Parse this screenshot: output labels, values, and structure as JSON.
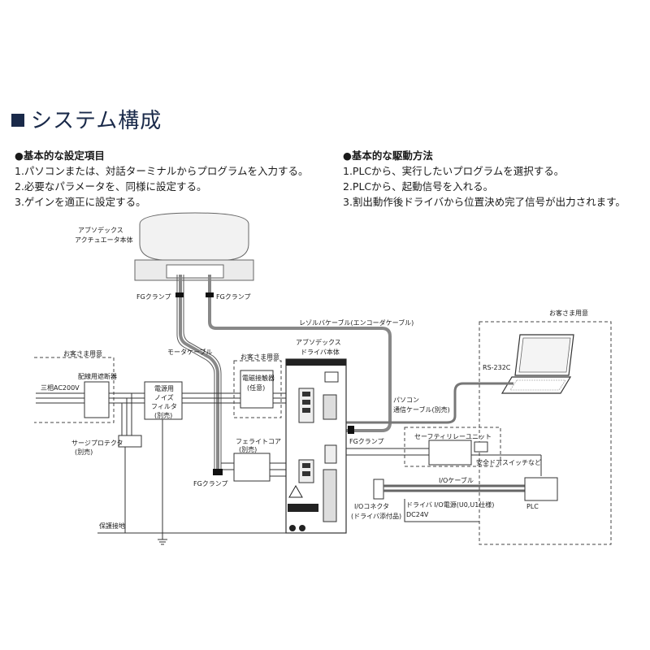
{
  "title": "システム構成",
  "settings": {
    "heading": "●基本的な設定項目",
    "items": [
      "1.パソコンまたは、対話ターミナルからプログラムを入力する。",
      "2.必要なパラメータを、同様に設定する。",
      "3.ゲインを適正に設定する。"
    ]
  },
  "driving": {
    "heading": "●基本的な駆動方法",
    "items": [
      "1.PLCから、実行したいプログラムを選択する。",
      "2.PLCから、起動信号を入れる。",
      "3.割出動作後ドライバから位置決め完了信号が出力されます。"
    ]
  },
  "labels": {
    "actuator_1": "アブソデックス",
    "actuator_2": "アクチュエータ本体",
    "fg_clamp_left": "FGクランプ",
    "fg_clamp_right": "FGクランプ",
    "resolver_cable": "レゾルバケーブル(エンコーダケーブル)",
    "customer_pc_area": "お客さま用意",
    "motor_cable": "モータケーブル",
    "customer_left": "お客さま用意",
    "breaker": "配線用遮断器",
    "power_3phase": "三相AC200V",
    "noise_filter_1": "電源用",
    "noise_filter_2": "ノイズ",
    "noise_filter_3": "フィルタ",
    "noise_filter_4": "(別売)",
    "customer_contactor": "お客さま用意",
    "contactor_1": "電磁接触器",
    "contactor_2": "(任意)",
    "driver_1": "アブソデックス",
    "driver_2": "ドライバ本体",
    "rs232c": "RS-232C",
    "pc_cable_1": "パソコン",
    "pc_cable_2": "通信ケーブル(別売)",
    "fg_clamp_driver": "FGクランプ",
    "surge_1": "サージプロテクタ",
    "surge_2": "(別売)",
    "ferrite_1": "フェライトコア",
    "ferrite_2": "(別売)",
    "fg_clamp_bottom": "FGクランプ",
    "safety_relay": "セーフティリレーユニット",
    "safety_door": "安全ドアスイッチなど",
    "io_cable": "I/Oケーブル",
    "plc": "PLC",
    "driver_io_power": "ドライバ I/O電源(U0,U1仕様)",
    "dc24v": "DC24V",
    "io_connector_1": "I/Oコネクタ",
    "io_connector_2": "(ドライバ添付品)",
    "ground": "保護接地"
  }
}
